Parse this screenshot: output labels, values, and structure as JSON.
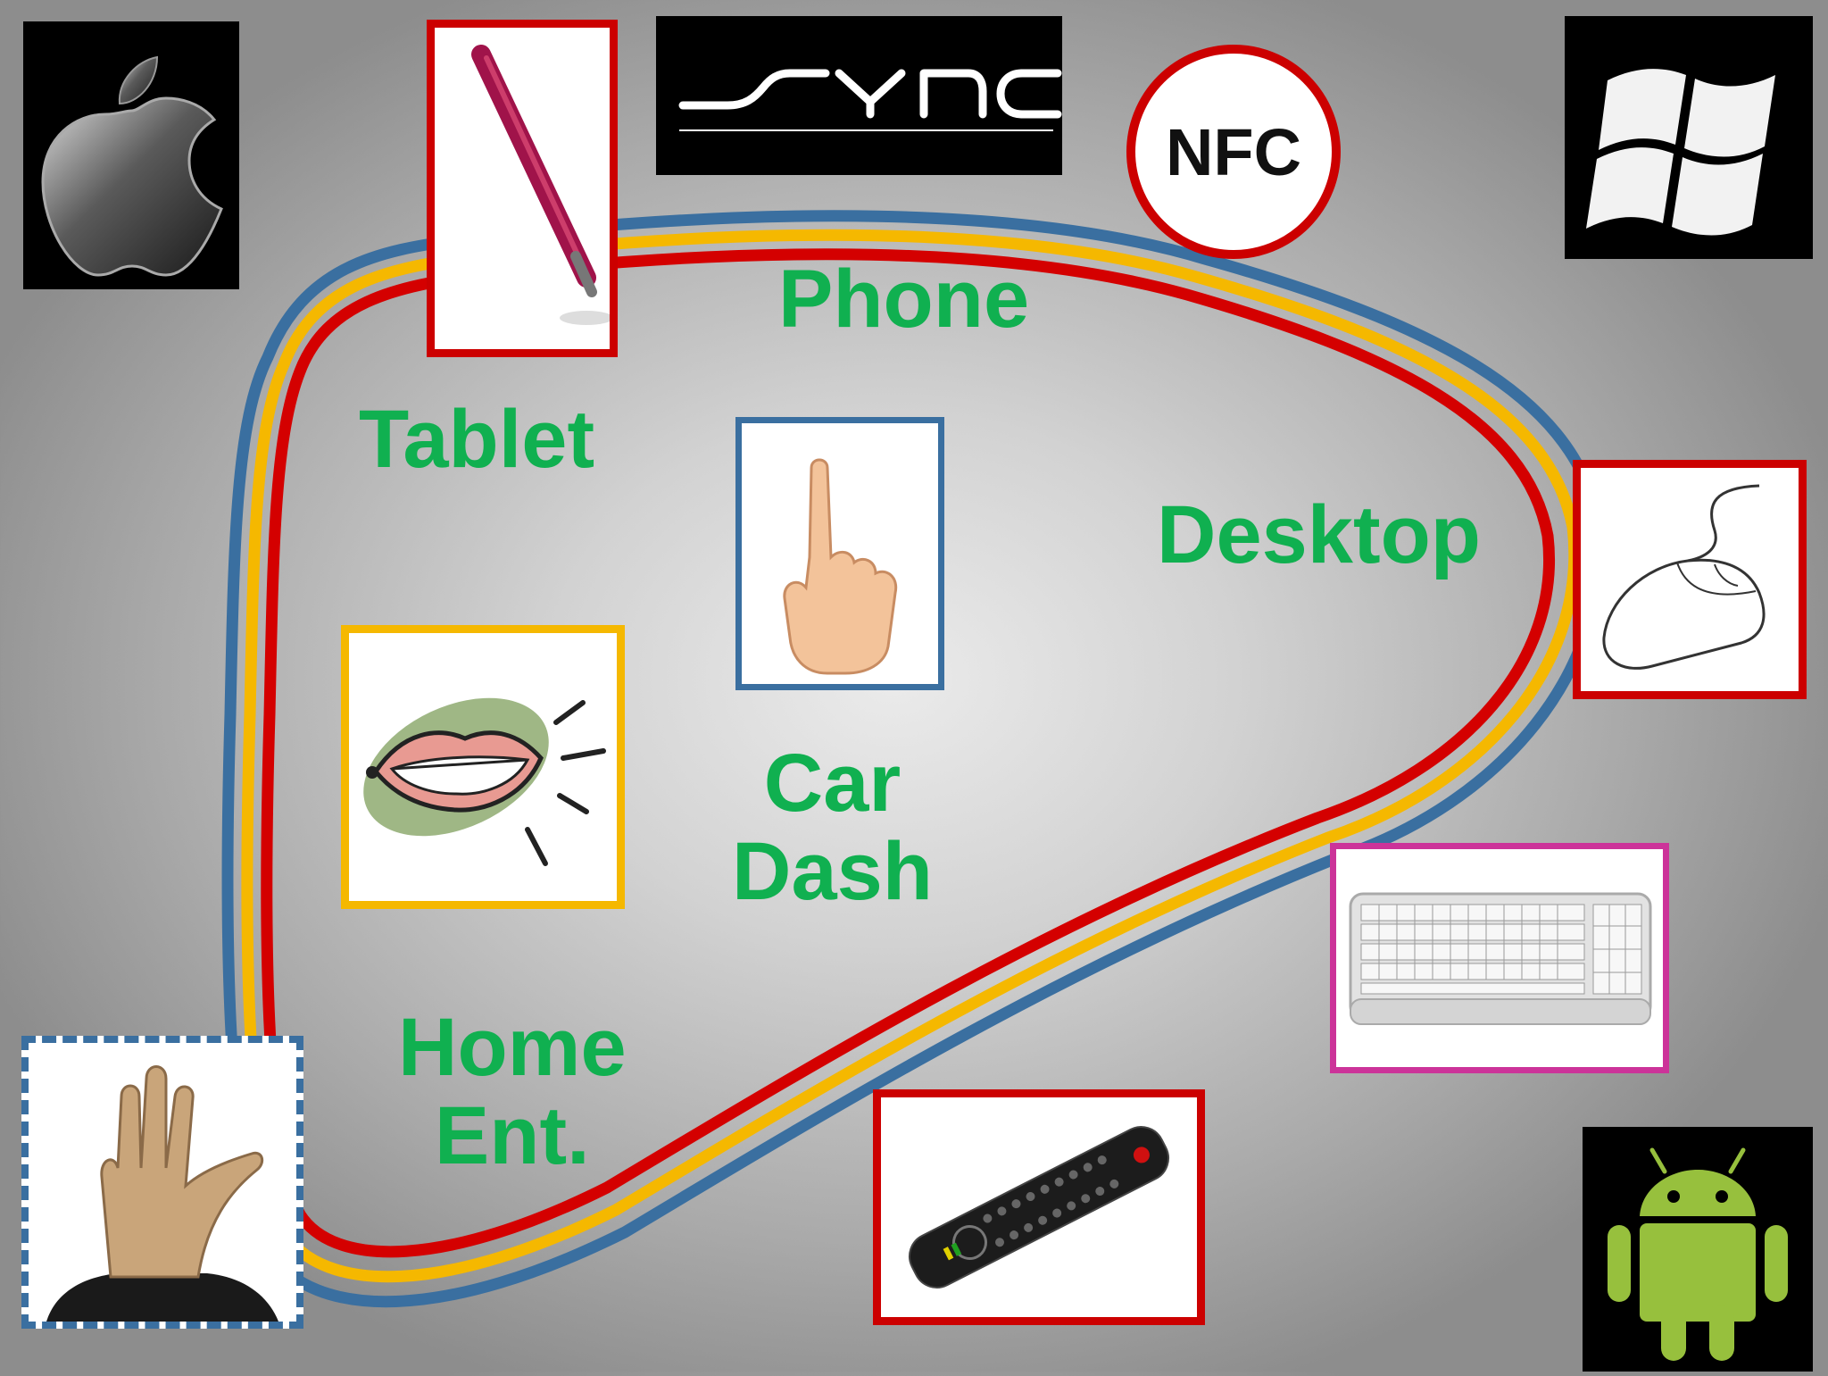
{
  "labels": {
    "phone": "Phone",
    "tablet": "Tablet",
    "desktop": "Desktop",
    "car_dash_line1": "Car",
    "car_dash_line2": "Dash",
    "home_ent_line1": "Home",
    "home_ent_line2": "Ent."
  },
  "nfc_badge": "NFC",
  "sync_logo_text": "SYNC",
  "colors": {
    "label_green": "#10b050",
    "loop_blue": "#3a6fa0",
    "loop_yellow": "#f5b800",
    "loop_red": "#d40000",
    "frame_red": "#cc0000",
    "frame_blue": "#3a6fa0",
    "frame_yellow": "#f5b800",
    "frame_magenta": "#cc3399",
    "frame_dashed_blue": "#3a6fa0"
  },
  "icons": {
    "apple": "apple-logo-icon",
    "sync": "ford-sync-logo",
    "windows": "windows-logo-icon",
    "android": "android-logo-icon",
    "stylus": "stylus-pen-icon",
    "finger": "touch-finger-icon",
    "mouth": "voice-mouth-icon",
    "hand": "gesture-hand-icon",
    "mouse": "computer-mouse-icon",
    "keyboard": "keyboard-icon",
    "remote": "tv-remote-icon"
  }
}
